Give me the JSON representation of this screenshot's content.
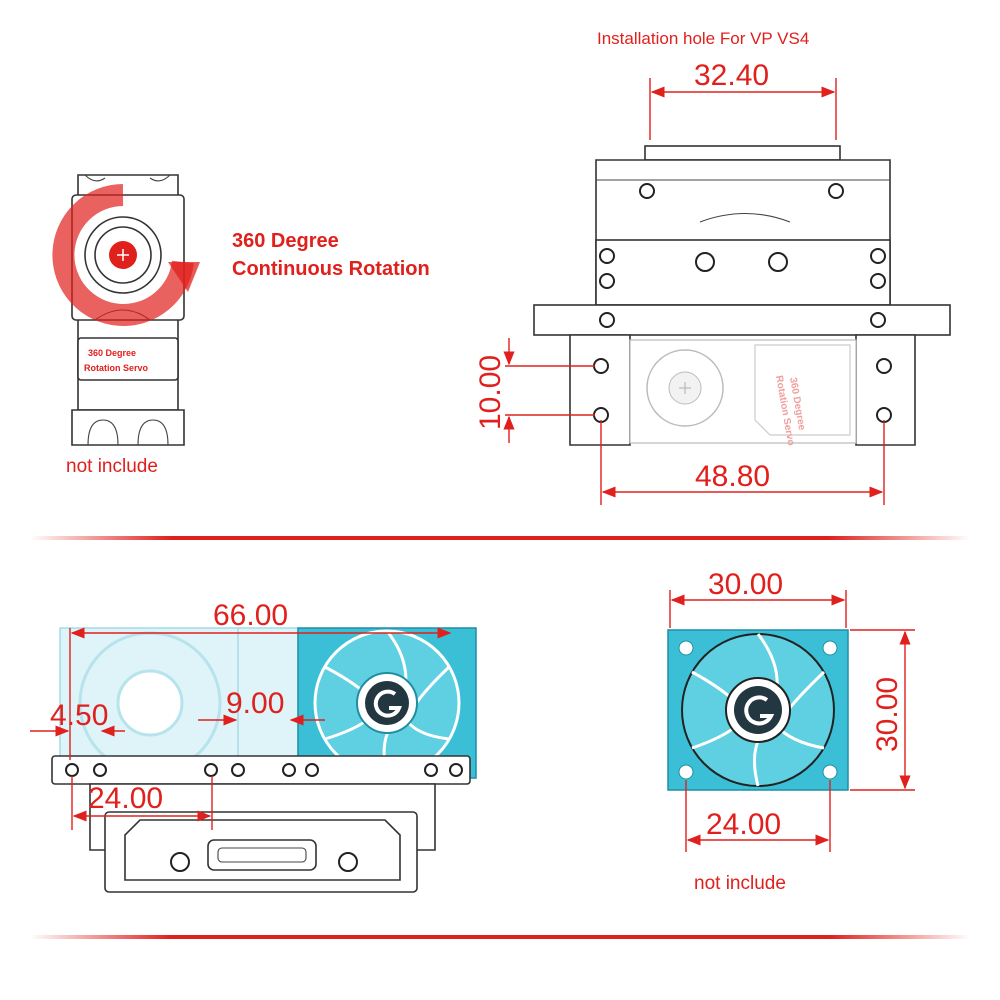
{
  "top_right": {
    "title": "Installation hole For VP VS4",
    "dim_top": "32.40",
    "dim_left": "10.00",
    "dim_bottom": "48.80",
    "servo_label_line1": "360 Degree",
    "servo_label_line2": "Rotation Servo"
  },
  "top_left": {
    "rotation_line1": "360 Degree",
    "rotation_line2": "Continuous Rotation",
    "servo_label_line1": "360 Degree",
    "servo_label_line2": "Rotation Servo",
    "note": "not include"
  },
  "bottom_left": {
    "dim_width": "66.00",
    "dim_offset": "4.50",
    "dim_gap": "9.00",
    "dim_spacing": "24.00"
  },
  "bottom_right": {
    "dim_width": "30.00",
    "dim_height": "30.00",
    "dim_holes": "24.00",
    "note": "not include"
  },
  "colors": {
    "dimension": "#e0201c",
    "fan": "#3bbfd6",
    "fan_light": "#cfeff5",
    "outline": "#333333"
  }
}
